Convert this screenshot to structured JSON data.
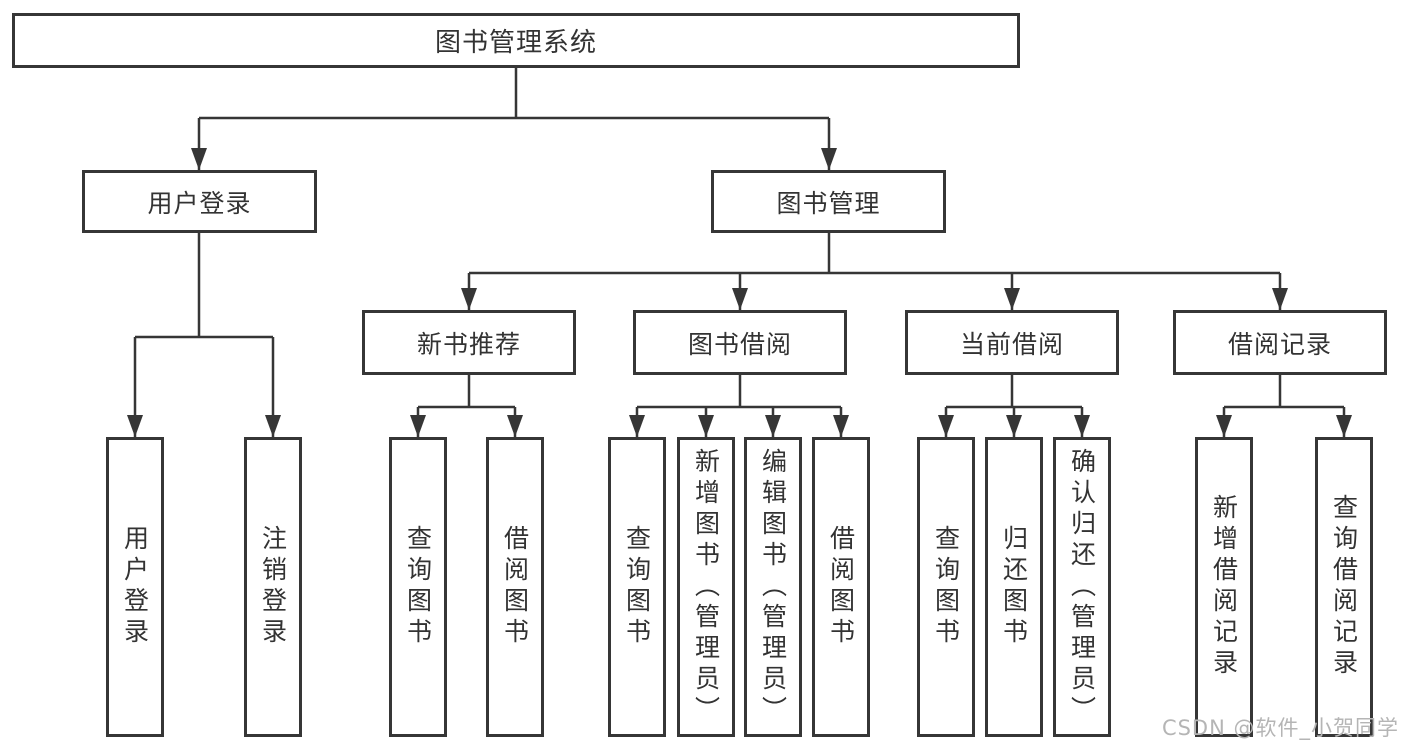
{
  "colors": {
    "line": "#363636",
    "text": "#333333",
    "background": "#ffffff",
    "watermark": "#b5b5b5"
  },
  "watermark": {
    "text": "CSDN @软件_小贺同学"
  },
  "tree": {
    "root": {
      "label": "图书管理系统",
      "children": [
        {
          "label": "用户登录",
          "children": [
            {
              "label": "用户登录"
            },
            {
              "label": "注销登录"
            }
          ]
        },
        {
          "label": "图书管理",
          "children": [
            {
              "label": "新书推荐",
              "children": [
                {
                  "label": "查询图书"
                },
                {
                  "label": "借阅图书"
                }
              ]
            },
            {
              "label": "图书借阅",
              "children": [
                {
                  "label": "查询图书"
                },
                {
                  "label": "新增图书（管理员）"
                },
                {
                  "label": "编辑图书（管理员）"
                },
                {
                  "label": "借阅图书"
                }
              ]
            },
            {
              "label": "当前借阅",
              "children": [
                {
                  "label": "查询图书"
                },
                {
                  "label": "归还图书"
                },
                {
                  "label": "确认归还（管理员）"
                }
              ]
            },
            {
              "label": "借阅记录",
              "children": [
                {
                  "label": "新增借阅记录"
                },
                {
                  "label": "查询借阅记录"
                }
              ]
            }
          ]
        }
      ]
    }
  }
}
